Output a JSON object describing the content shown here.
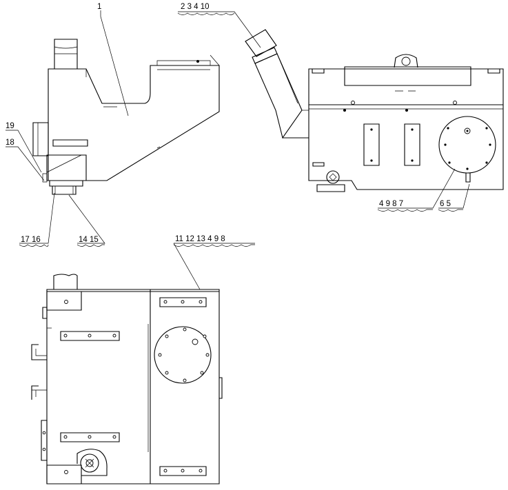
{
  "diagram": {
    "callouts": {
      "side_view_top": "1",
      "front_view_top": "2 3 4 10",
      "side_left_19": "19",
      "side_left_18": "18",
      "side_bottom_left": "17 16",
      "side_bottom_right": "14 15",
      "front_bottom_left": "4 9 8 7",
      "front_bottom_right": "6 5",
      "plan_view_top": "11 12 13 4 9 8"
    }
  }
}
